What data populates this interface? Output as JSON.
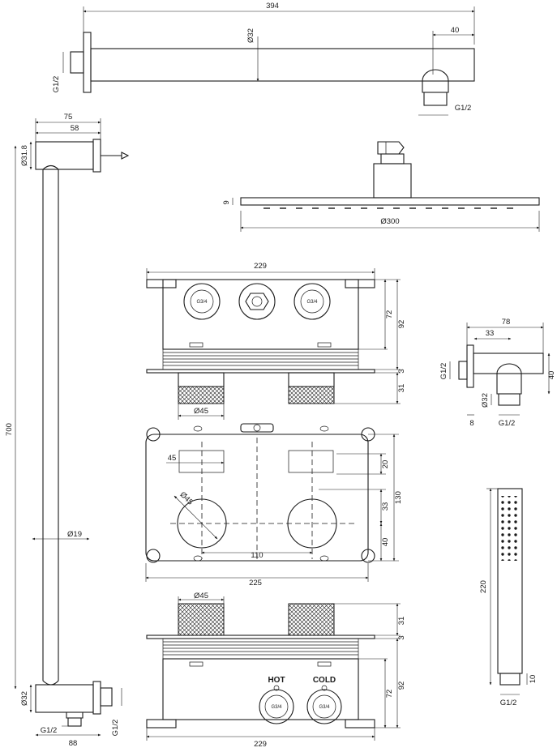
{
  "arm": {
    "length": "394",
    "diameter": "Ø32",
    "offset": "40",
    "thread_left": "G1/2",
    "thread_right": "G1/2"
  },
  "rail": {
    "d75": "75",
    "d58": "58",
    "d318": "Ø31.8",
    "length": "700",
    "tube": "Ø19",
    "bottom_d": "Ø32",
    "bottom_w": "88",
    "thread_a": "G1/2",
    "thread_b": "G1/2"
  },
  "head": {
    "height": "9",
    "diameter": "Ø300"
  },
  "valve_top": {
    "width": "229",
    "h72": "72",
    "h92": "92",
    "h3": "3",
    "h31": "31",
    "knob": "Ø45",
    "port_l": "G3/4",
    "port_r": "G3/4"
  },
  "outlet": {
    "w78": "78",
    "w33": "33",
    "h40": "40",
    "thread": "G1/2",
    "diameter": "Ø32",
    "w8": "8",
    "thread_b": "G1/2"
  },
  "front": {
    "w45": "45",
    "h20": "20",
    "h33": "33",
    "h40": "40",
    "h130": "130",
    "knob": "Ø45",
    "spacing": "110",
    "width": "225"
  },
  "valve_bottom": {
    "knob": "Ø45",
    "h31": "31",
    "h3": "3",
    "h72": "72",
    "h92": "92",
    "width": "229",
    "hot": "HOT",
    "cold": "COLD",
    "port_l": "G3/4",
    "port_r": "G3/4"
  },
  "handshower": {
    "length": "220",
    "h10": "10",
    "thread": "G1/2"
  }
}
